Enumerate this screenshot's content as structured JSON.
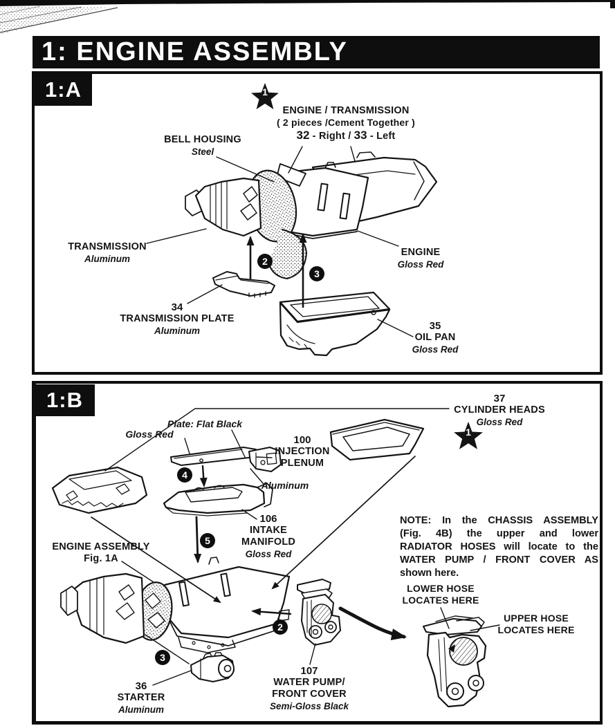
{
  "page": {
    "title": "1: ENGINE ASSEMBLY"
  },
  "ink_color": "#141414",
  "paper_color": "#ffffff",
  "section_a": {
    "label": "1:A",
    "star_number": "1",
    "callouts": {
      "engine_transmission": {
        "line1": "ENGINE / TRANSMISSION",
        "line2": "( 2 pieces /Cement Together )",
        "num_right": "32",
        "mid": " - Right / ",
        "num_left": "33",
        "end": " - Left"
      },
      "bell_housing": {
        "name": "BELL HOUSING",
        "material": "Steel"
      },
      "transmission": {
        "name": "TRANSMISSION",
        "material": "Aluminum"
      },
      "transmission_plate": {
        "number": "34",
        "name": "TRANSMISSION PLATE",
        "material": "Aluminum"
      },
      "engine": {
        "name": "ENGINE",
        "material": "Gloss Red"
      },
      "oil_pan": {
        "number": "35",
        "name": "OIL PAN",
        "material": "Gloss Red"
      }
    },
    "steps": {
      "step2": "2",
      "step3": "3"
    }
  },
  "section_b": {
    "label": "1:B",
    "star_number": "1",
    "callouts": {
      "cylinder_heads": {
        "number": "37",
        "name": "CYLINDER HEADS",
        "material": "Gloss Red"
      },
      "plenum_plate_finish": "Plate: Flat Black",
      "plenum_gloss_finish": "Gloss Red",
      "injection_plenum": {
        "number": "100",
        "name1": "INJECTION",
        "name2": "PLENUM",
        "material": "Aluminum"
      },
      "intake_manifold": {
        "number": "106",
        "name1": "INTAKE",
        "name2": "MANIFOLD",
        "material": "Gloss Red"
      },
      "engine_assembly": {
        "name": "ENGINE ASSEMBLY",
        "ref": "Fig. 1A"
      },
      "starter": {
        "number": "36",
        "name": "STARTER",
        "material": "Aluminum"
      },
      "water_pump": {
        "number": "107",
        "name1": "WATER PUMP/",
        "name2": "FRONT COVER",
        "material": "Semi-Gloss Black"
      },
      "lower_hose": {
        "line1": "LOWER HOSE",
        "line2": "LOCATES HERE"
      },
      "upper_hose": {
        "line1": "UPPER HOSE",
        "line2": "LOCATES HERE"
      }
    },
    "note": {
      "lines": [
        "NOTE: In the CHASSIS ASSEMBLY",
        "(Fig. 4B) the upper and lower",
        "RADIATOR HOSES will locate to the",
        "WATER PUMP / FRONT COVER AS",
        "shown here."
      ]
    },
    "steps": {
      "step2": "2",
      "step3": "3",
      "step4": "4",
      "step5": "5"
    }
  }
}
